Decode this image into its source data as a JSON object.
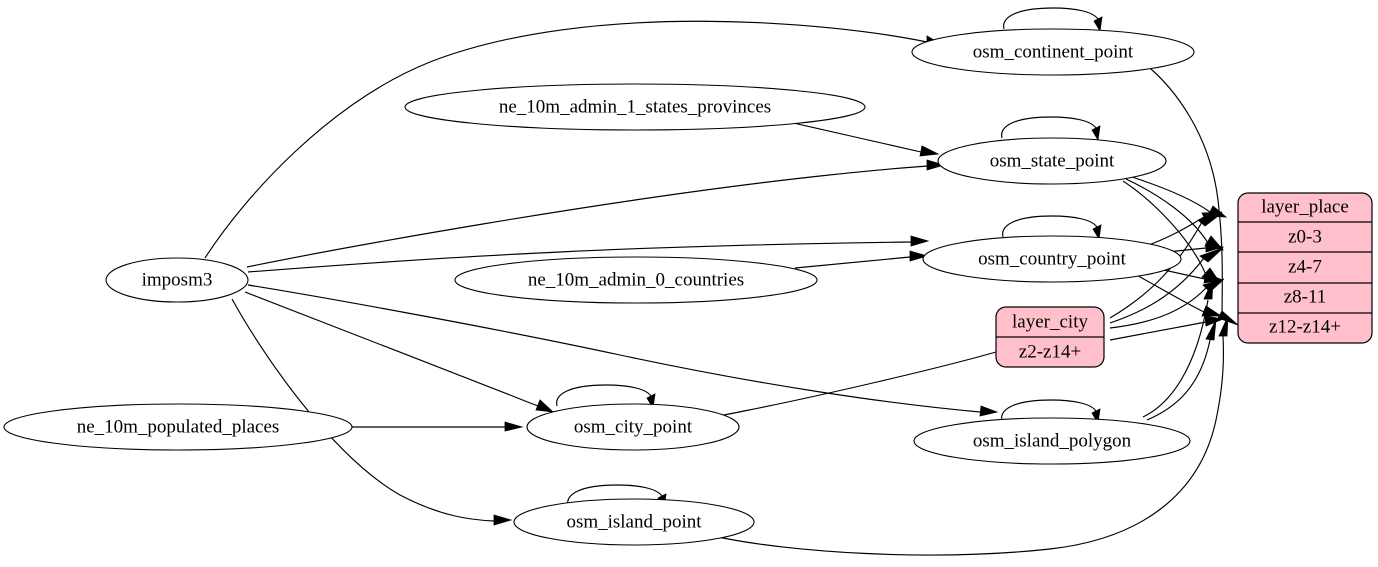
{
  "diagram": {
    "type": "directed-graph",
    "title": "",
    "background_color": "#ffffff",
    "node_fill_ellipse": "#ffffff",
    "node_fill_record": "#ffc0cb",
    "edge_color": "#000000",
    "font_color": "#000000"
  },
  "nodes": {
    "imposm3": {
      "label": "imposm3",
      "shape": "ellipse"
    },
    "ne_states": {
      "label": "ne_10m_admin_1_states_provinces",
      "shape": "ellipse"
    },
    "ne_countries": {
      "label": "ne_10m_admin_0_countries",
      "shape": "ellipse"
    },
    "ne_populated": {
      "label": "ne_10m_populated_places",
      "shape": "ellipse"
    },
    "osm_continent_point": {
      "label": "osm_continent_point",
      "shape": "ellipse"
    },
    "osm_state_point": {
      "label": "osm_state_point",
      "shape": "ellipse"
    },
    "osm_country_point": {
      "label": "osm_country_point",
      "shape": "ellipse"
    },
    "osm_city_point": {
      "label": "osm_city_point",
      "shape": "ellipse"
    },
    "osm_island_point": {
      "label": "osm_island_point",
      "shape": "ellipse"
    },
    "osm_island_polygon": {
      "label": "osm_island_polygon",
      "shape": "ellipse"
    }
  },
  "layer_city": {
    "title": "layer_city",
    "rows": [
      {
        "label": "z2-z14+"
      }
    ]
  },
  "layer_place": {
    "title": "layer_place",
    "rows": [
      {
        "label": "z0-3"
      },
      {
        "label": "z4-7"
      },
      {
        "label": "z8-11"
      },
      {
        "label": "z12-z14+"
      }
    ]
  },
  "edges": [
    {
      "from": "imposm3",
      "to": "osm_continent_point"
    },
    {
      "from": "imposm3",
      "to": "osm_state_point"
    },
    {
      "from": "imposm3",
      "to": "osm_country_point"
    },
    {
      "from": "imposm3",
      "to": "osm_city_point"
    },
    {
      "from": "imposm3",
      "to": "osm_island_point"
    },
    {
      "from": "imposm3",
      "to": "osm_island_polygon"
    },
    {
      "from": "ne_10m_admin_1_states_provinces",
      "to": "osm_state_point"
    },
    {
      "from": "ne_10m_admin_0_countries",
      "to": "osm_country_point"
    },
    {
      "from": "ne_10m_populated_places",
      "to": "osm_city_point"
    },
    {
      "from": "osm_continent_point",
      "to": "osm_continent_point"
    },
    {
      "from": "osm_state_point",
      "to": "osm_state_point"
    },
    {
      "from": "osm_country_point",
      "to": "osm_country_point"
    },
    {
      "from": "osm_city_point",
      "to": "osm_city_point"
    },
    {
      "from": "osm_island_point",
      "to": "osm_island_point"
    },
    {
      "from": "osm_island_polygon",
      "to": "osm_island_polygon"
    },
    {
      "from": "osm_continent_point",
      "to": "layer_place.z12-z14+"
    },
    {
      "from": "osm_state_point",
      "to": "layer_place.z0-3"
    },
    {
      "from": "osm_state_point",
      "to": "layer_place.z4-7"
    },
    {
      "from": "osm_state_point",
      "to": "layer_place.z8-11"
    },
    {
      "from": "osm_country_point",
      "to": "layer_place.z0-3"
    },
    {
      "from": "osm_country_point",
      "to": "layer_place.z4-7"
    },
    {
      "from": "osm_country_point",
      "to": "layer_place.z8-11"
    },
    {
      "from": "osm_country_point",
      "to": "layer_place.z12-z14+"
    },
    {
      "from": "layer_city.z2-z14+",
      "to": "osm_city_point"
    },
    {
      "from": "layer_city",
      "to": "layer_place.z0-3"
    },
    {
      "from": "layer_city",
      "to": "layer_place.z4-7"
    },
    {
      "from": "layer_city",
      "to": "layer_place.z8-11"
    },
    {
      "from": "layer_city",
      "to": "layer_place.z12-z14+"
    },
    {
      "from": "osm_island_polygon",
      "to": "layer_place.z8-11"
    },
    {
      "from": "osm_island_polygon",
      "to": "layer_place.z12-z14+"
    },
    {
      "from": "osm_island_point",
      "to": "layer_place.z12-z14+"
    }
  ]
}
